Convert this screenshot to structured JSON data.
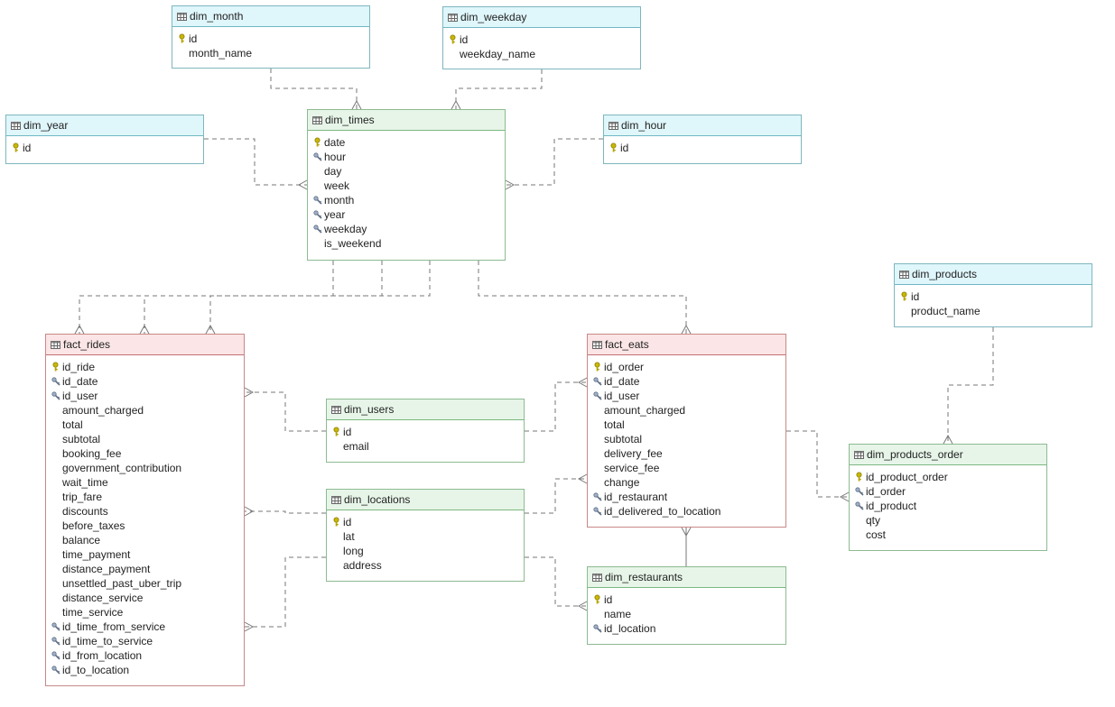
{
  "tables": [
    {
      "id": "dim_month",
      "name": "dim_month",
      "color": "cyan",
      "columns": [
        {
          "name": "id",
          "key": "pk"
        },
        {
          "name": "month_name",
          "key": ""
        }
      ]
    },
    {
      "id": "dim_weekday",
      "name": "dim_weekday",
      "color": "cyan",
      "columns": [
        {
          "name": "id",
          "key": "pk"
        },
        {
          "name": "weekday_name",
          "key": ""
        }
      ]
    },
    {
      "id": "dim_year",
      "name": "dim_year",
      "color": "cyan",
      "columns": [
        {
          "name": "id",
          "key": "pk"
        }
      ]
    },
    {
      "id": "dim_times",
      "name": "dim_times",
      "color": "green",
      "columns": [
        {
          "name": "date",
          "key": "pk"
        },
        {
          "name": "hour",
          "key": "fk"
        },
        {
          "name": "day",
          "key": ""
        },
        {
          "name": "week",
          "key": ""
        },
        {
          "name": "month",
          "key": "fk"
        },
        {
          "name": "year",
          "key": "fk"
        },
        {
          "name": "weekday",
          "key": "fk"
        },
        {
          "name": "is_weekend",
          "key": ""
        }
      ]
    },
    {
      "id": "dim_hour",
      "name": "dim_hour",
      "color": "cyan",
      "columns": [
        {
          "name": "id",
          "key": "pk"
        }
      ]
    },
    {
      "id": "dim_products",
      "name": "dim_products",
      "color": "cyan",
      "columns": [
        {
          "name": "id",
          "key": "pk"
        },
        {
          "name": "product_name",
          "key": ""
        }
      ]
    },
    {
      "id": "fact_rides",
      "name": "fact_rides",
      "color": "red",
      "columns": [
        {
          "name": "id_ride",
          "key": "pk"
        },
        {
          "name": "id_date",
          "key": "fk"
        },
        {
          "name": "id_user",
          "key": "fk"
        },
        {
          "name": "amount_charged",
          "key": ""
        },
        {
          "name": "total",
          "key": ""
        },
        {
          "name": "subtotal",
          "key": ""
        },
        {
          "name": "booking_fee",
          "key": ""
        },
        {
          "name": "government_contribution",
          "key": ""
        },
        {
          "name": "wait_time",
          "key": ""
        },
        {
          "name": "trip_fare",
          "key": ""
        },
        {
          "name": "discounts",
          "key": ""
        },
        {
          "name": "before_taxes",
          "key": ""
        },
        {
          "name": "balance",
          "key": ""
        },
        {
          "name": "time_payment",
          "key": ""
        },
        {
          "name": "distance_payment",
          "key": ""
        },
        {
          "name": "unsettled_past_uber_trip",
          "key": ""
        },
        {
          "name": "distance_service",
          "key": ""
        },
        {
          "name": "time_service",
          "key": ""
        },
        {
          "name": "id_time_from_service",
          "key": "fk"
        },
        {
          "name": "id_time_to_service",
          "key": "fk"
        },
        {
          "name": "id_from_location",
          "key": "fk"
        },
        {
          "name": "id_to_location",
          "key": "fk"
        }
      ]
    },
    {
      "id": "fact_eats",
      "name": "fact_eats",
      "color": "red",
      "columns": [
        {
          "name": "id_order",
          "key": "pk"
        },
        {
          "name": "id_date",
          "key": "fk"
        },
        {
          "name": "id_user",
          "key": "fk"
        },
        {
          "name": "amount_charged",
          "key": ""
        },
        {
          "name": "total",
          "key": ""
        },
        {
          "name": "subtotal",
          "key": ""
        },
        {
          "name": "delivery_fee",
          "key": ""
        },
        {
          "name": "service_fee",
          "key": ""
        },
        {
          "name": "change",
          "key": ""
        },
        {
          "name": "id_restaurant",
          "key": "fk"
        },
        {
          "name": "id_delivered_to_location",
          "key": "fk"
        }
      ]
    },
    {
      "id": "dim_users",
      "name": "dim_users",
      "color": "green",
      "columns": [
        {
          "name": "id",
          "key": "pk"
        },
        {
          "name": "email",
          "key": ""
        }
      ]
    },
    {
      "id": "dim_locations",
      "name": "dim_locations",
      "color": "green",
      "columns": [
        {
          "name": "id",
          "key": "pk"
        },
        {
          "name": "lat",
          "key": ""
        },
        {
          "name": "long",
          "key": ""
        },
        {
          "name": "address",
          "key": ""
        }
      ]
    },
    {
      "id": "dim_products_order",
      "name": "dim_products_order",
      "color": "green",
      "columns": [
        {
          "name": "id_product_order",
          "key": "pk"
        },
        {
          "name": "id_order",
          "key": "fk"
        },
        {
          "name": "id_product",
          "key": "fk"
        },
        {
          "name": "qty",
          "key": ""
        },
        {
          "name": "cost",
          "key": ""
        }
      ]
    },
    {
      "id": "dim_restaurants",
      "name": "dim_restaurants",
      "color": "green",
      "columns": [
        {
          "name": "id",
          "key": "pk"
        },
        {
          "name": "name",
          "key": ""
        },
        {
          "name": "id_location",
          "key": "fk"
        }
      ]
    }
  ],
  "relationships": [
    {
      "from": "dim_month",
      "to": "dim_times"
    },
    {
      "from": "dim_weekday",
      "to": "dim_times"
    },
    {
      "from": "dim_year",
      "to": "dim_times"
    },
    {
      "from": "dim_hour",
      "to": "dim_times"
    },
    {
      "from": "dim_times",
      "to": "fact_rides"
    },
    {
      "from": "dim_times",
      "to": "fact_eats"
    },
    {
      "from": "dim_users",
      "to": "fact_rides"
    },
    {
      "from": "dim_users",
      "to": "fact_eats"
    },
    {
      "from": "dim_locations",
      "to": "fact_rides"
    },
    {
      "from": "dim_locations",
      "to": "fact_eats"
    },
    {
      "from": "dim_locations",
      "to": "dim_restaurants"
    },
    {
      "from": "dim_restaurants",
      "to": "fact_eats"
    },
    {
      "from": "fact_eats",
      "to": "dim_products_order"
    },
    {
      "from": "dim_products",
      "to": "dim_products_order"
    }
  ],
  "colors": {
    "cyan_header": "#dff6fb",
    "green_header": "#e7f5e8",
    "red_header": "#fbe5e6",
    "pk_key": "#b5a300",
    "fk_key": "#6f7f96",
    "link": "#777777"
  }
}
